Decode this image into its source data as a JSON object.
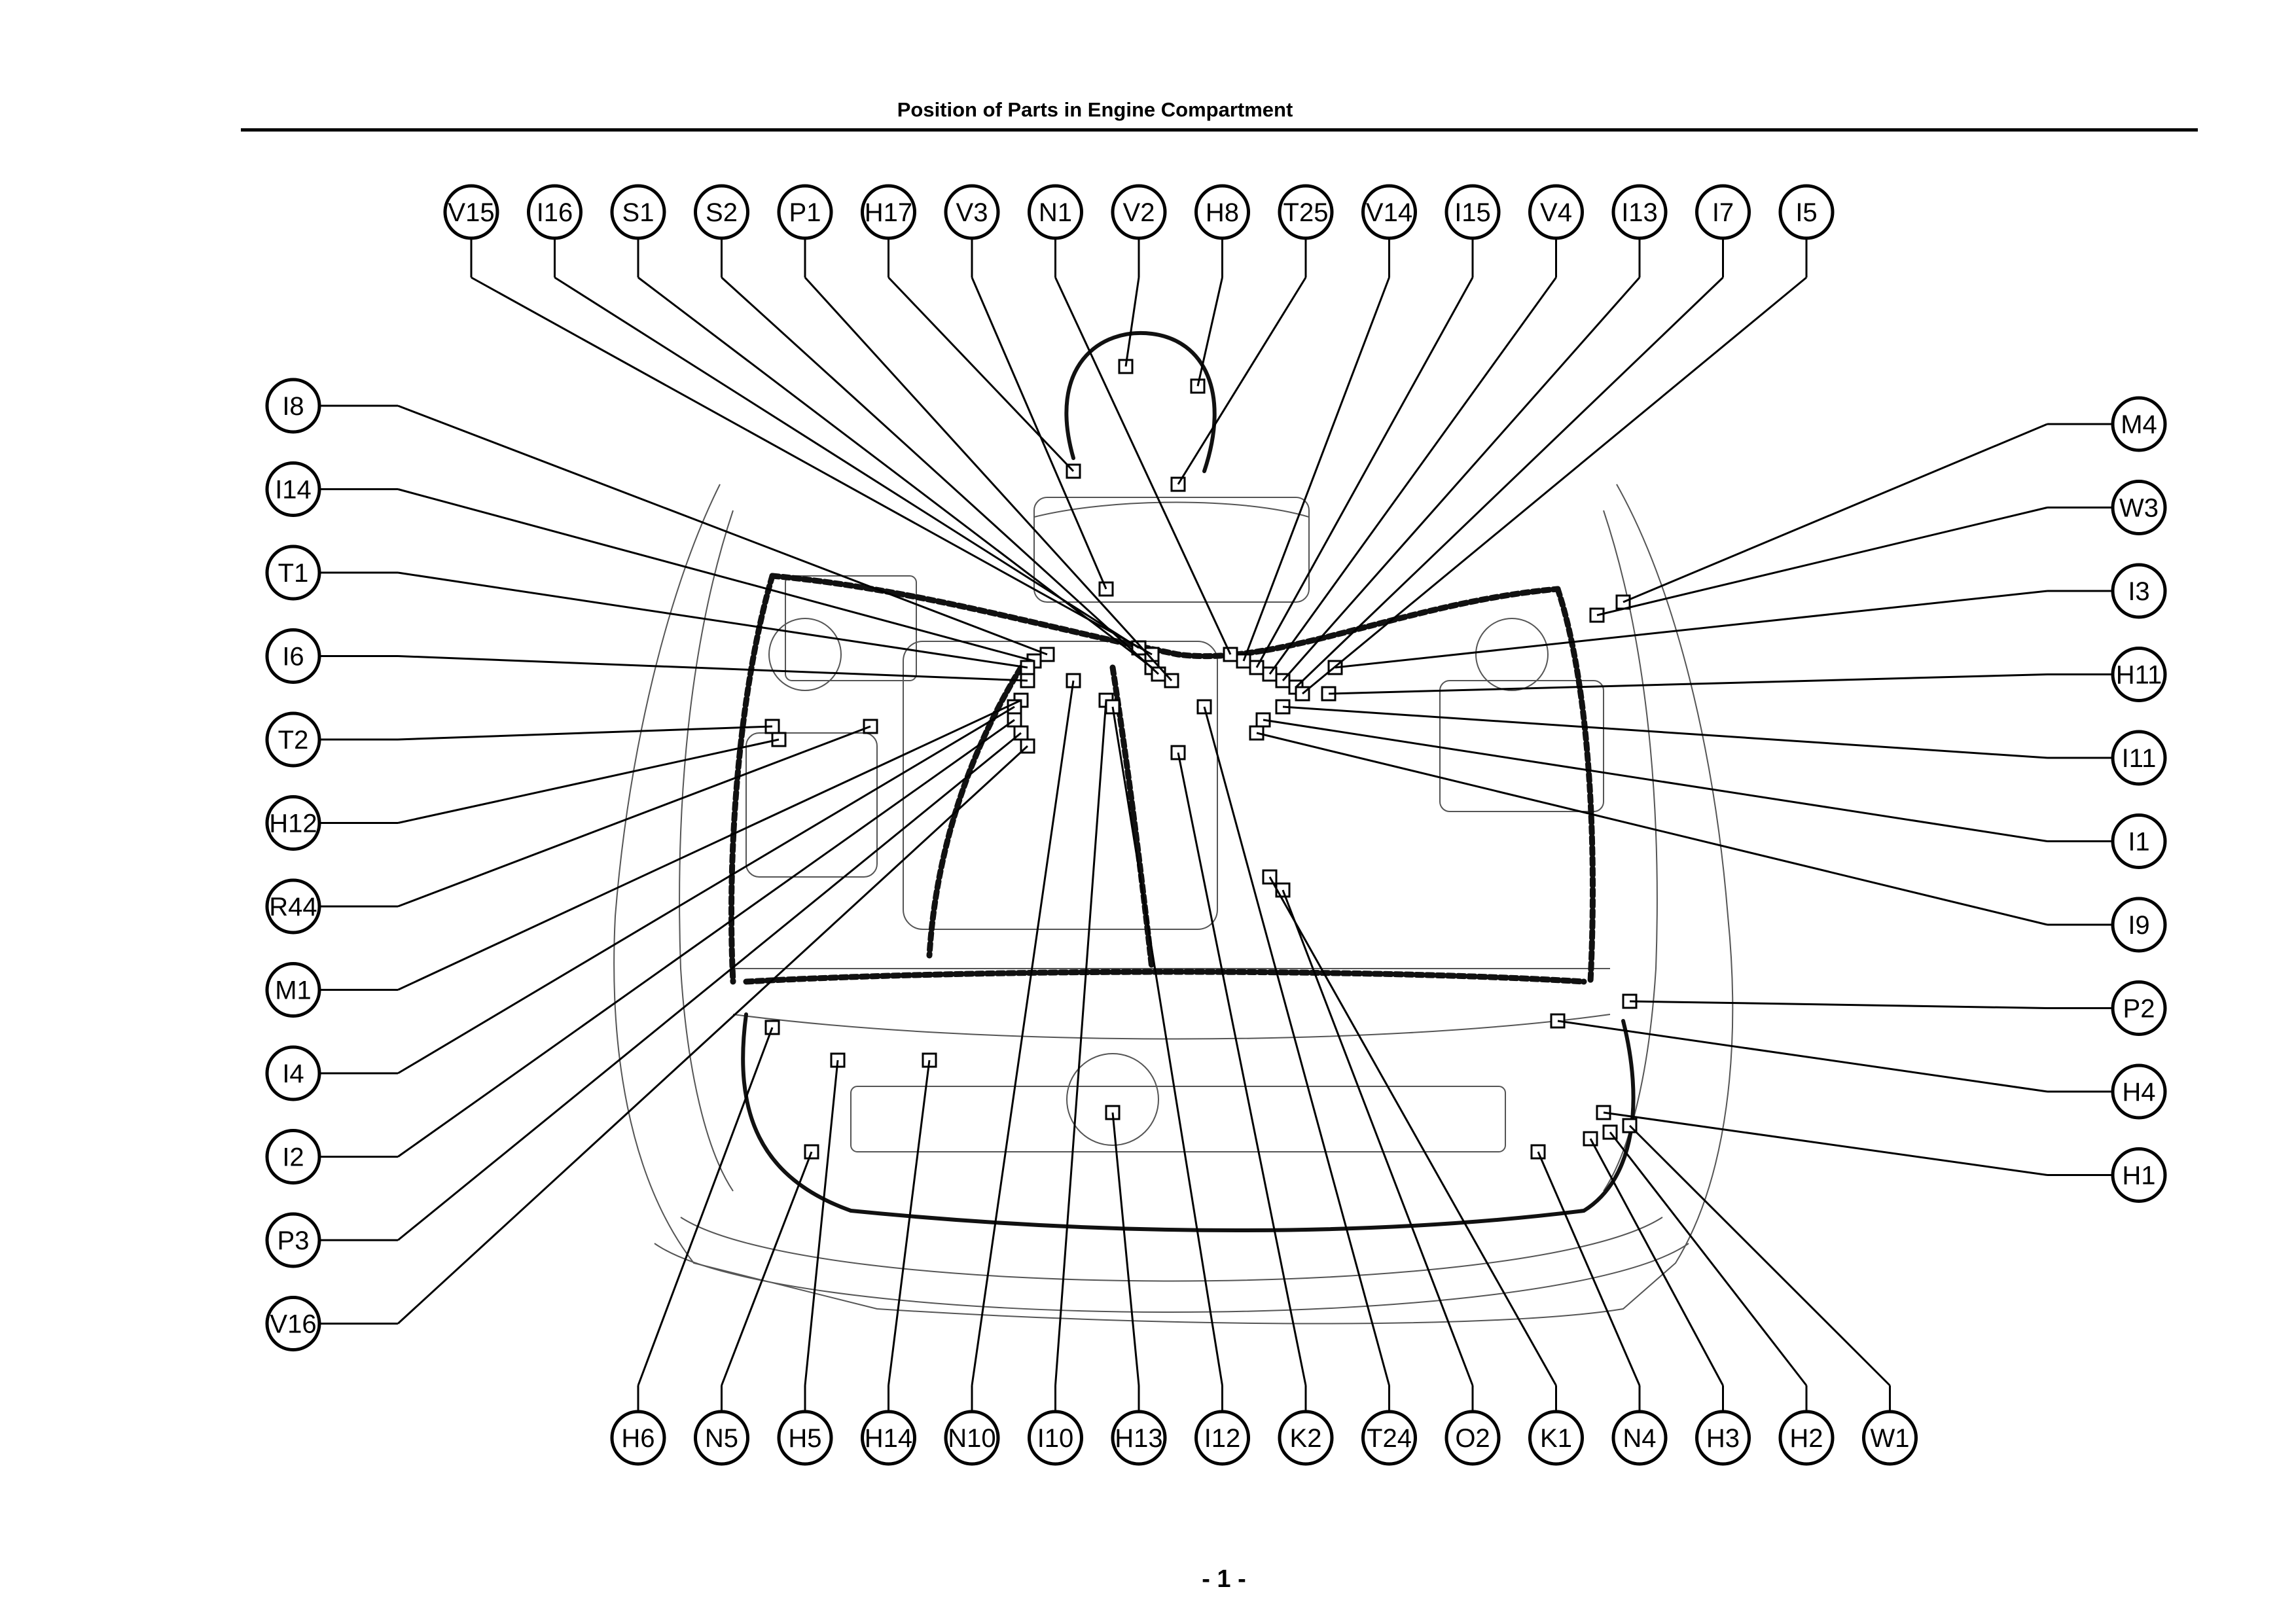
{
  "page": {
    "title": "Position of Parts in Engine Compartment",
    "page_number": "- 1 -"
  },
  "callouts": {
    "top": [
      "V15",
      "I16",
      "S1",
      "S2",
      "P1",
      "H17",
      "V3",
      "N1",
      "V2",
      "H8",
      "T25",
      "V14",
      "I15",
      "V4",
      "I13",
      "I7",
      "I5"
    ],
    "left": [
      "I8",
      "I14",
      "T1",
      "I6",
      "T2",
      "H12",
      "R44",
      "M1",
      "I4",
      "I2",
      "P3",
      "V16"
    ],
    "right": [
      "M4",
      "W3",
      "I3",
      "H11",
      "I11",
      "I1",
      "I9",
      "P2",
      "H4",
      "H1"
    ],
    "bottom": [
      "H6",
      "N5",
      "H5",
      "H14",
      "N10",
      "I10",
      "H13",
      "I12",
      "K2",
      "T24",
      "O2",
      "K1",
      "N4",
      "H3",
      "H2",
      "W1"
    ]
  }
}
